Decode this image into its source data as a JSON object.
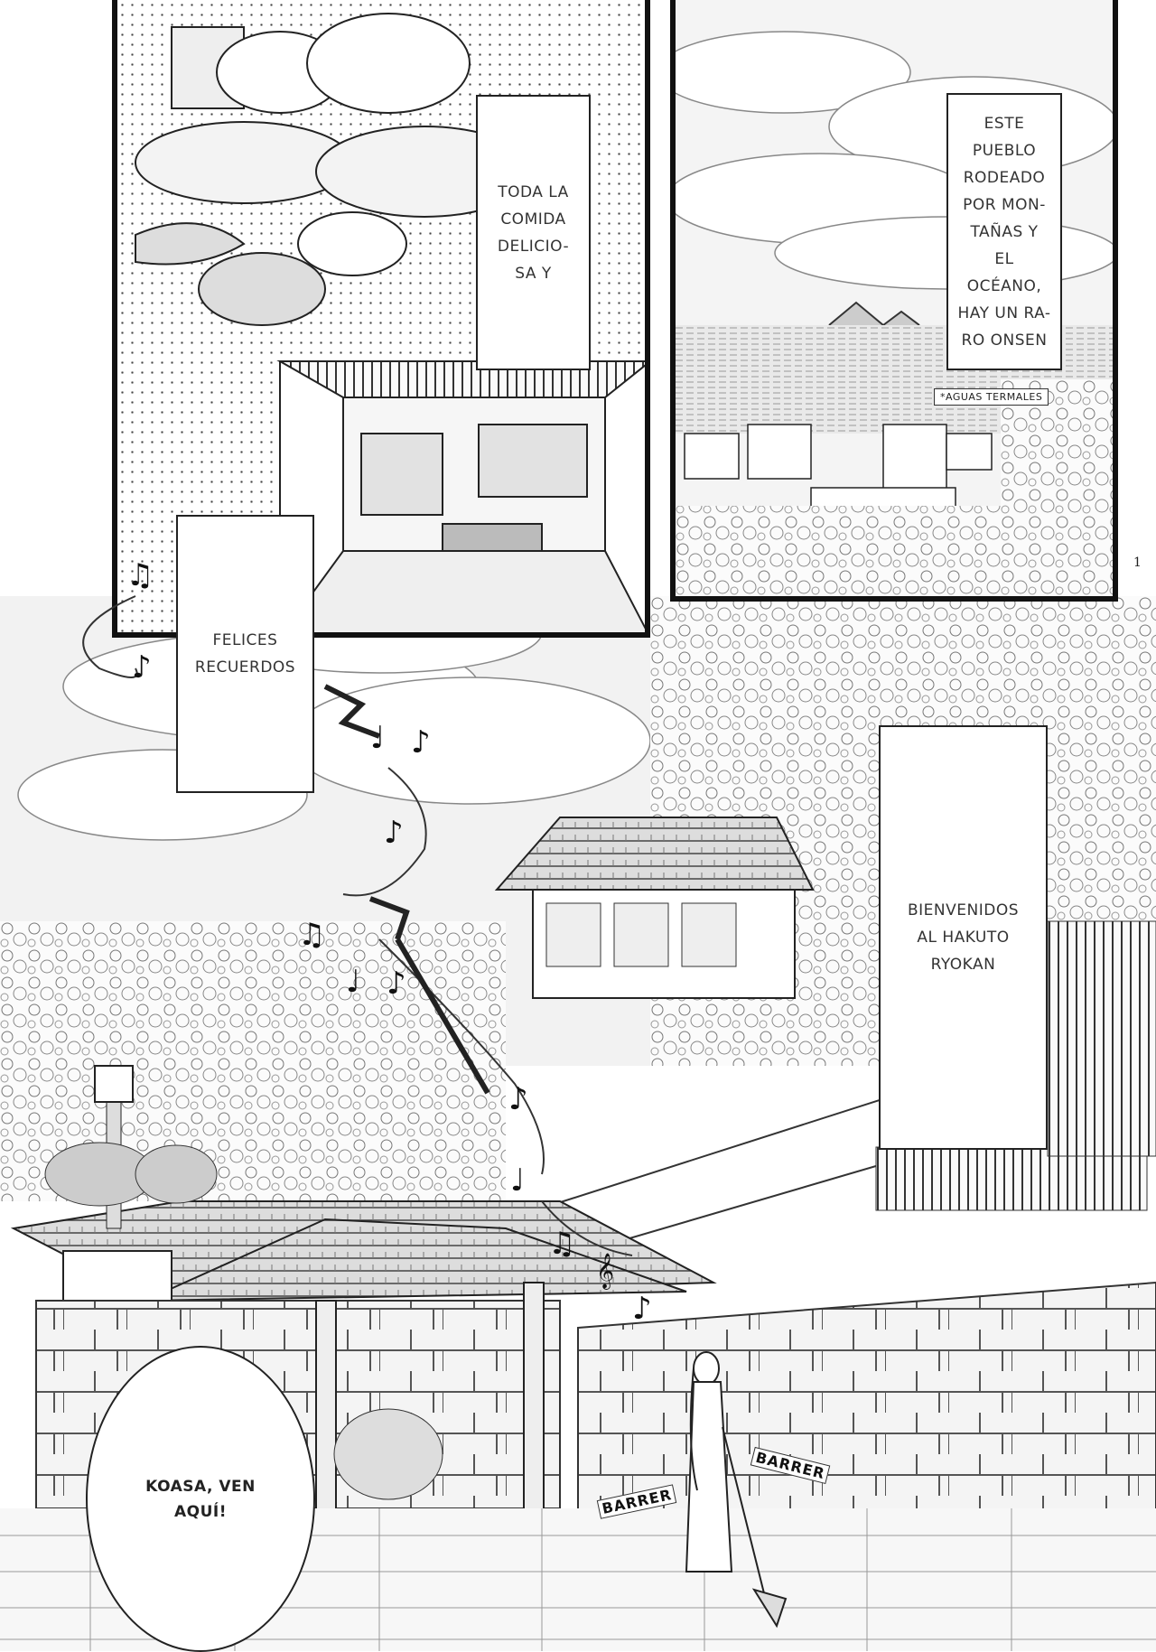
{
  "captions": {
    "food": "TODA LA\nCOMIDA\nDELICIO-\nSA Y",
    "town": "ESTE\nPUEBLO\nRODEADO\nPOR MON-\nTAÑAS Y\nEL OCÉANO,\nHAY UN RA-\nRO ONSEN",
    "town_note": "*AGUAS TERMALES",
    "memories": "FELICES\nRECUERDOS",
    "welcome": "BIENVENIDOS\nAL HAKUTO\nRYOKAN"
  },
  "balloon": {
    "koasa": "KOASA, VEN\nAQUÍ!"
  },
  "sfx": {
    "sweep_1": "BARRER",
    "sweep_2": "BARRER"
  },
  "page_number": "1",
  "icons": {
    "music_note": "music-note-icon",
    "treble_clef": "treble-clef-icon"
  }
}
